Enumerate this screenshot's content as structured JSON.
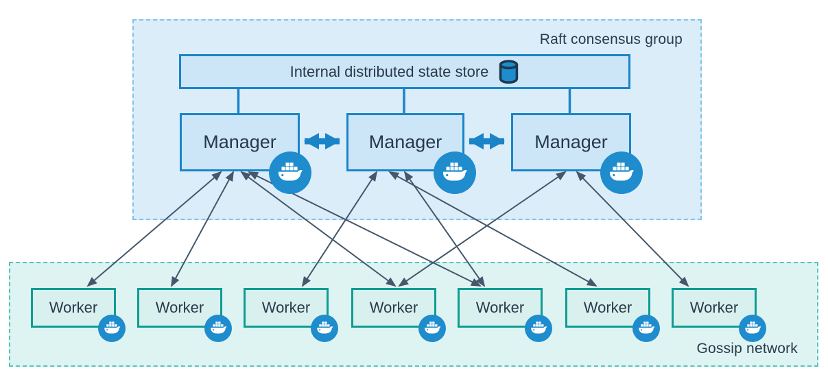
{
  "raft_group": {
    "label": "Raft consensus group",
    "state_store": {
      "label": "Internal distributed state store",
      "icon": "database-icon"
    },
    "managers": [
      {
        "id": "manager-1",
        "label": "Manager",
        "icon": "docker-whale-icon"
      },
      {
        "id": "manager-2",
        "label": "Manager",
        "icon": "docker-whale-icon"
      },
      {
        "id": "manager-3",
        "label": "Manager",
        "icon": "docker-whale-icon"
      }
    ],
    "manager_links": [
      {
        "between": [
          "manager-1",
          "manager-2"
        ],
        "style": "thick-double-arrow"
      },
      {
        "between": [
          "manager-2",
          "manager-3"
        ],
        "style": "thick-double-arrow"
      }
    ]
  },
  "gossip_network": {
    "label": "Gossip network",
    "workers": [
      {
        "id": "worker-1",
        "label": "Worker",
        "icon": "docker-whale-icon"
      },
      {
        "id": "worker-2",
        "label": "Worker",
        "icon": "docker-whale-icon"
      },
      {
        "id": "worker-3",
        "label": "Worker",
        "icon": "docker-whale-icon"
      },
      {
        "id": "worker-4",
        "label": "Worker",
        "icon": "docker-whale-icon"
      },
      {
        "id": "worker-5",
        "label": "Worker",
        "icon": "docker-whale-icon"
      },
      {
        "id": "worker-6",
        "label": "Worker",
        "icon": "docker-whale-icon"
      },
      {
        "id": "worker-7",
        "label": "Worker",
        "icon": "docker-whale-icon"
      }
    ]
  },
  "edges": [
    {
      "from": "manager-1",
      "to": "worker-1",
      "style": "thin-double-arrow"
    },
    {
      "from": "manager-1",
      "to": "worker-2",
      "style": "thin-double-arrow"
    },
    {
      "from": "manager-1",
      "to": "worker-4",
      "style": "thin-double-arrow"
    },
    {
      "from": "manager-1",
      "to": "worker-5",
      "style": "thin-double-arrow"
    },
    {
      "from": "manager-2",
      "to": "worker-3",
      "style": "thin-double-arrow"
    },
    {
      "from": "manager-2",
      "to": "worker-5",
      "style": "thin-double-arrow"
    },
    {
      "from": "manager-2",
      "to": "worker-6",
      "style": "thin-double-arrow"
    },
    {
      "from": "manager-3",
      "to": "worker-4",
      "style": "thin-double-arrow"
    },
    {
      "from": "manager-3",
      "to": "worker-7",
      "style": "thin-double-arrow"
    }
  ],
  "colors": {
    "raft_fill": "#dcedfa",
    "raft_border": "#84c2e8",
    "manager_fill": "#cde6f7",
    "manager_border": "#1a84c8",
    "worker_fill": "#d8f1ee",
    "worker_border": "#0e9c92",
    "gossip_fill": "#def4f2",
    "gossip_border": "#53c6bf",
    "docker_blue": "#1e8ccd",
    "arrow_dark": "#44576b",
    "text": "#28394b"
  }
}
